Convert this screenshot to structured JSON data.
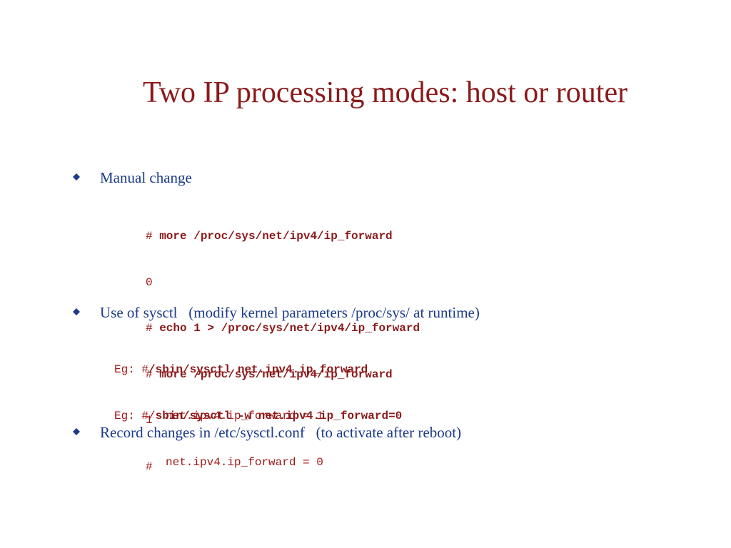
{
  "slide": {
    "title": "Two IP processing modes: host or router",
    "bullets": [
      {
        "text": "Manual change"
      },
      {
        "text": "Use of sysctl   (modify kernel parameters /proc/sys/ at runtime)"
      },
      {
        "text": "Record changes in /etc/sysctl.conf   (to activate after reboot)"
      }
    ],
    "manual_block": [
      {
        "prompt": "# ",
        "cmd": "more /proc/sys/net/ipv4/ip_forward"
      },
      {
        "out": "0"
      },
      {
        "prompt": "# ",
        "cmd": "echo 1 > /proc/sys/net/ipv4/ip_forward"
      },
      {
        "prompt": "# ",
        "cmd": "more /proc/sys/net/ipv4/ip_forward"
      },
      {
        "out": "1"
      },
      {
        "out": "#"
      }
    ],
    "sysctl_block": {
      "example1": {
        "prefix": "Eg: #",
        "cmd": "/sbin/sysctl net.ipv4.ip_forward",
        "result": "net.ipv4.ip_forward = 1"
      },
      "example2": {
        "prefix": "Eg: #/",
        "cmd": "sbin/sysctl -w net.ipv4.ip_forward=0",
        "result": "net.ipv4.ip_forward = 0"
      }
    },
    "colors": {
      "title": "#8b1a1a",
      "bullet_text": "#1a3a8a",
      "code": "#a01818"
    },
    "icons": {
      "bullet": "diamond-bullet-icon"
    }
  }
}
